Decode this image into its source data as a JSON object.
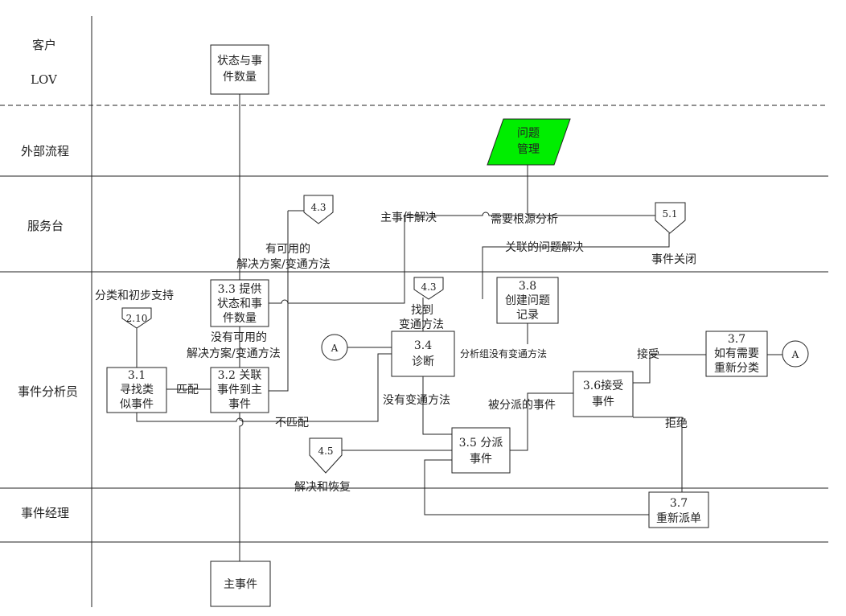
{
  "lanes": {
    "customer": "客户",
    "lov": "LOV",
    "external": "外部流程",
    "service_desk": "服务台",
    "analyst": "事件分析员",
    "manager": "事件经理"
  },
  "boxes": {
    "status_count": [
      "状态与事",
      "件数量"
    ],
    "problem_mgmt": [
      "问题",
      "管理"
    ],
    "main_event": "主事件",
    "b33": [
      "3.3 提供",
      "状态和事",
      "件数量"
    ],
    "b31": [
      "3.1",
      "寻找类",
      "似事件"
    ],
    "b32": [
      "3.2 关联",
      "事件到主",
      "事件"
    ],
    "b34": [
      "3.4",
      "诊断"
    ],
    "b35": [
      "3.5 分派",
      "事件"
    ],
    "b36": [
      "3.6接受",
      "事件"
    ],
    "b37a": [
      "3.7",
      "如有需要",
      "重新分类"
    ],
    "b37b": [
      "3.7",
      "重新派单"
    ],
    "b38": [
      "3.8",
      "创建问题",
      "记录"
    ]
  },
  "refs": {
    "r43a": "4.3",
    "r43b": "4.3",
    "r51": "5.1",
    "r210": "2.10",
    "r45": "4.5",
    "a_left": "A",
    "a_right": "A"
  },
  "labels": {
    "main_resolved": "主事件解决",
    "need_root_cause": "需要根源分析",
    "related_problem_resolved": "关联的问题解决",
    "event_closed": "事件关闭",
    "available_1": "有可用的",
    "available_2": "解决方案/变通方法",
    "classify_support": "分类和初步支持",
    "found_1": "找到",
    "found_2": "变通方法",
    "none_available_1": "没有可用的",
    "none_available_2": "解决方案/变通方法",
    "group_no_workaround": "分析组没有变通方法",
    "accept": "接受",
    "match": "匹配",
    "no_workaround": "没有变通方法",
    "assigned_event": "被分派的事件",
    "reject": "拒绝",
    "no_match": "不匹配",
    "resolve_recover": "解决和恢复"
  }
}
